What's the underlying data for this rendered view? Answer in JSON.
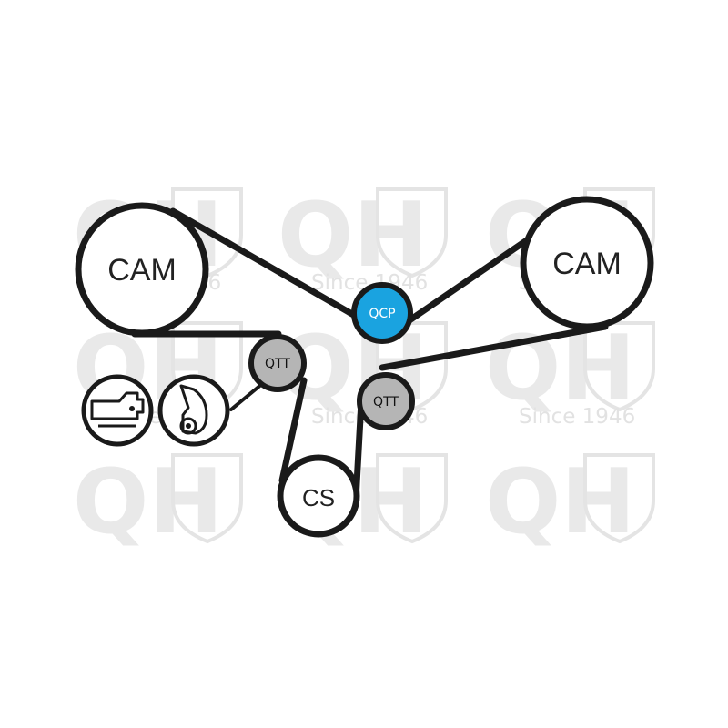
{
  "watermark": {
    "logo_text": "QH",
    "since_text": "Since 1946"
  },
  "colors": {
    "belt": "#1a1a1a",
    "pulley_fill": "#ffffff",
    "tensioner_fill": "#b5b5b5",
    "water_pump_fill": "#1aa3e0",
    "watermark": "#e6e6e6"
  },
  "pulleys": {
    "cam_left": {
      "label": "CAM"
    },
    "cam_right": {
      "label": "CAM"
    },
    "water_pump": {
      "label": "QCP"
    },
    "tensioner_upper": {
      "label": "QTT"
    },
    "tensioner_lower": {
      "label": "QTT"
    },
    "crankshaft": {
      "label": "CS"
    }
  },
  "accessories": [
    {
      "icon": "injection-pump-icon"
    },
    {
      "icon": "oil-pump-icon"
    }
  ]
}
